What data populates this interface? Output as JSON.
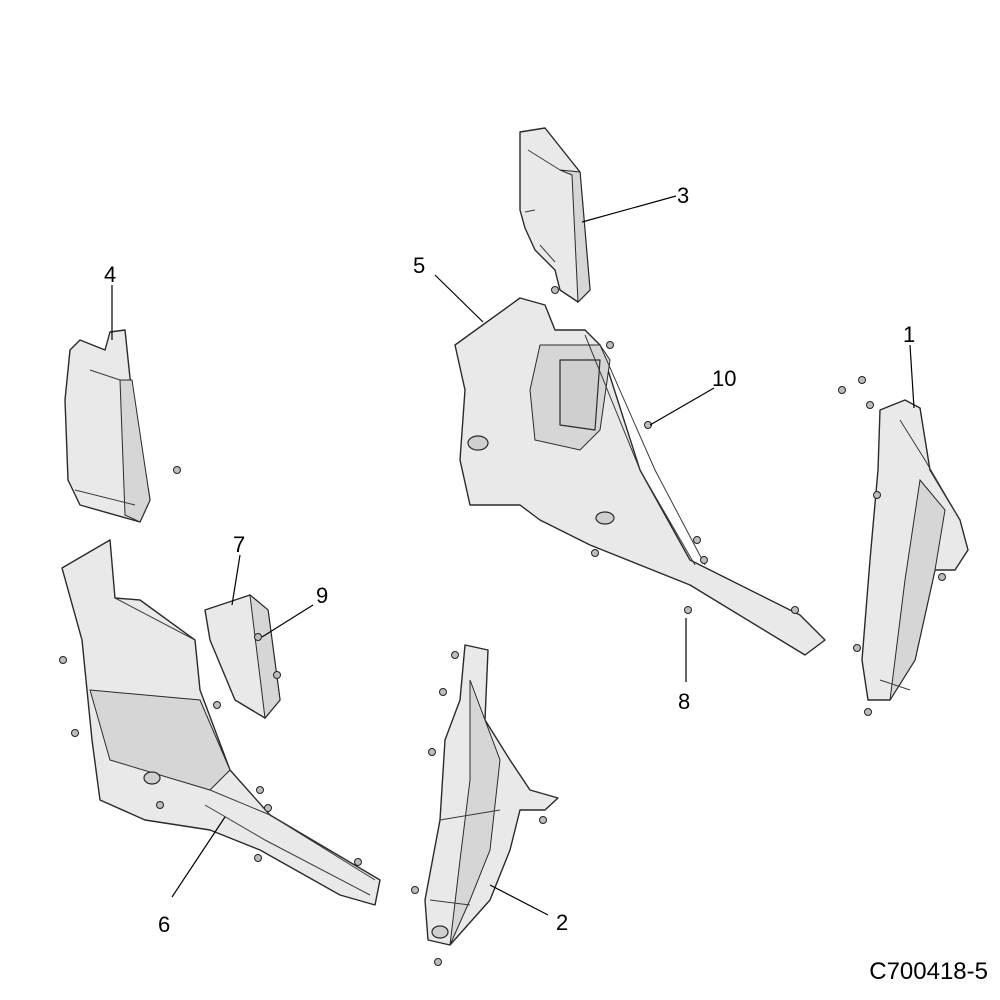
{
  "callouts": {
    "c1": "1",
    "c2": "2",
    "c3": "3",
    "c4": "4",
    "c5": "5",
    "c6": "6",
    "c7": "7",
    "c8": "8",
    "c9": "9",
    "c10": "10"
  },
  "figure_id": "C700418-5"
}
